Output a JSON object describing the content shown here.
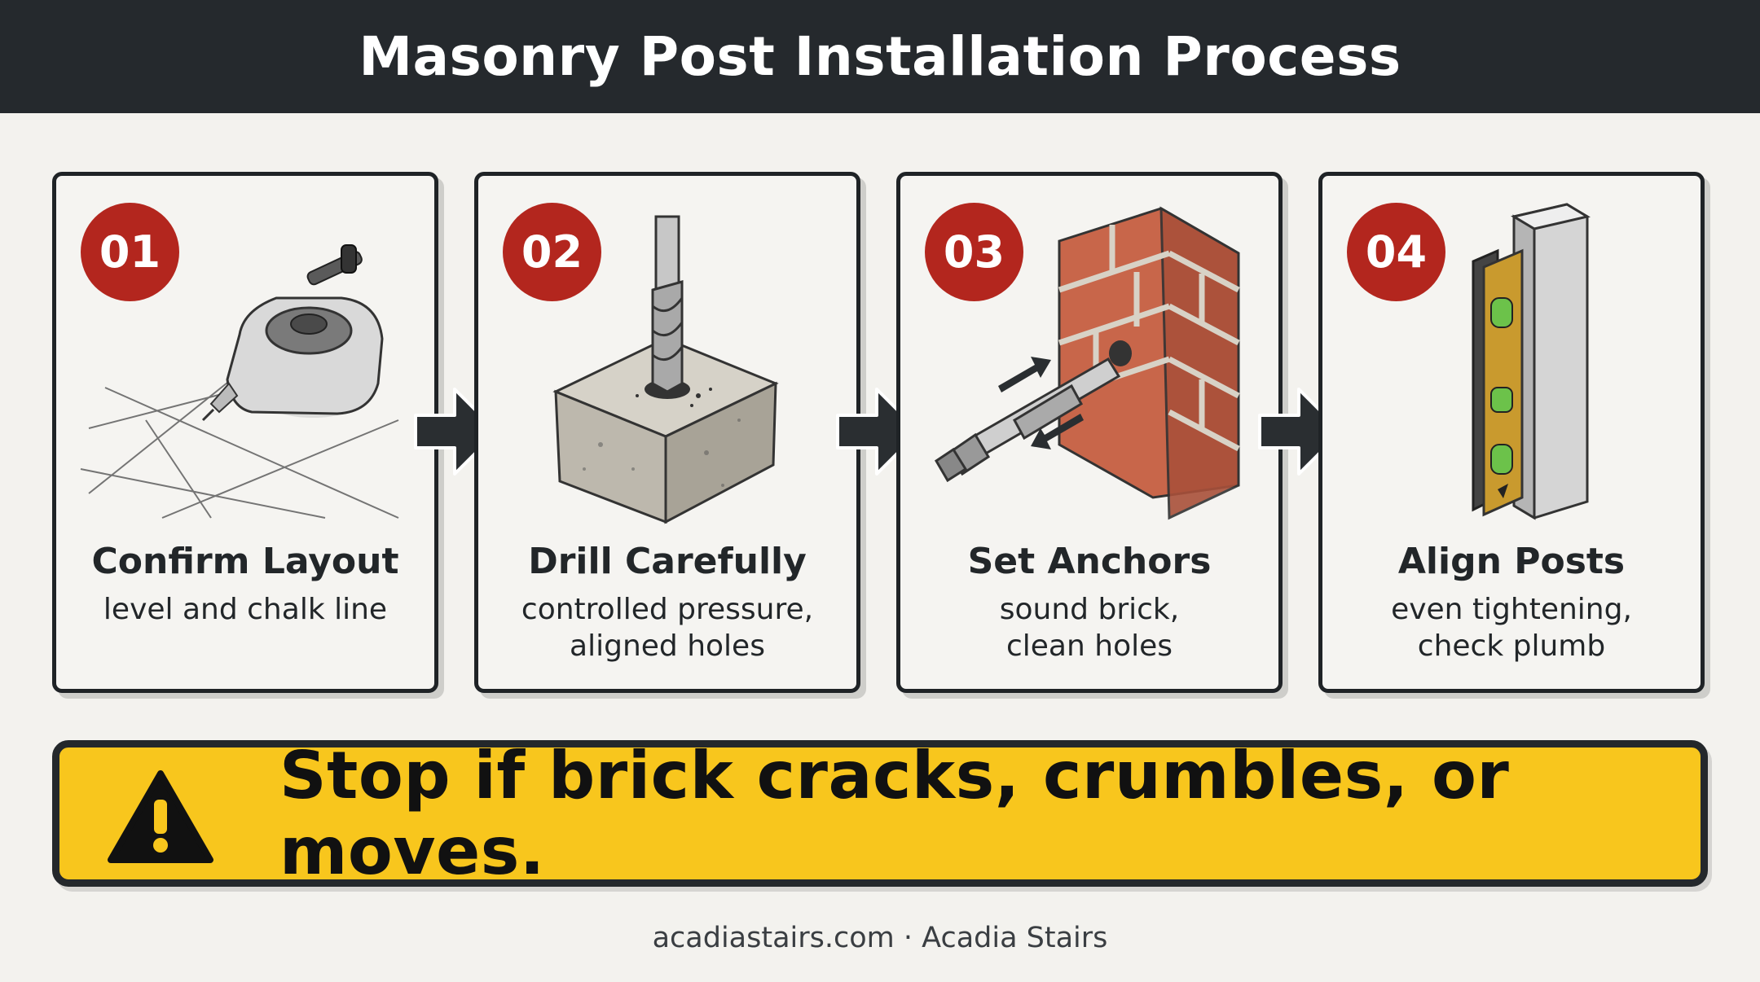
{
  "header": {
    "title": "Masonry Post Installation Process"
  },
  "steps": [
    {
      "number": "01",
      "title": "Confirm Layout",
      "desc": [
        "level and chalk line"
      ],
      "icon": "chalk-line-icon"
    },
    {
      "number": "02",
      "title": "Drill Carefully",
      "desc": [
        "controlled pressure,",
        "aligned holes"
      ],
      "icon": "drill-bit-icon"
    },
    {
      "number": "03",
      "title": "Set Anchors",
      "desc": [
        "sound brick,",
        "clean holes"
      ],
      "icon": "anchor-bolt-icon"
    },
    {
      "number": "04",
      "title": "Align Posts",
      "desc": [
        "even tightening,",
        "check plumb"
      ],
      "icon": "level-post-icon"
    }
  ],
  "warning": {
    "text": "Stop if brick cracks, crumbles, or moves.",
    "icon": "warning-triangle-icon"
  },
  "footer": {
    "text": "acadiastairs.com · Acadia Stairs"
  },
  "colors": {
    "header_bg": "#25292d",
    "badge": "#b3261e",
    "warning_bg": "#f8c61d",
    "brick": "#c8664a"
  }
}
